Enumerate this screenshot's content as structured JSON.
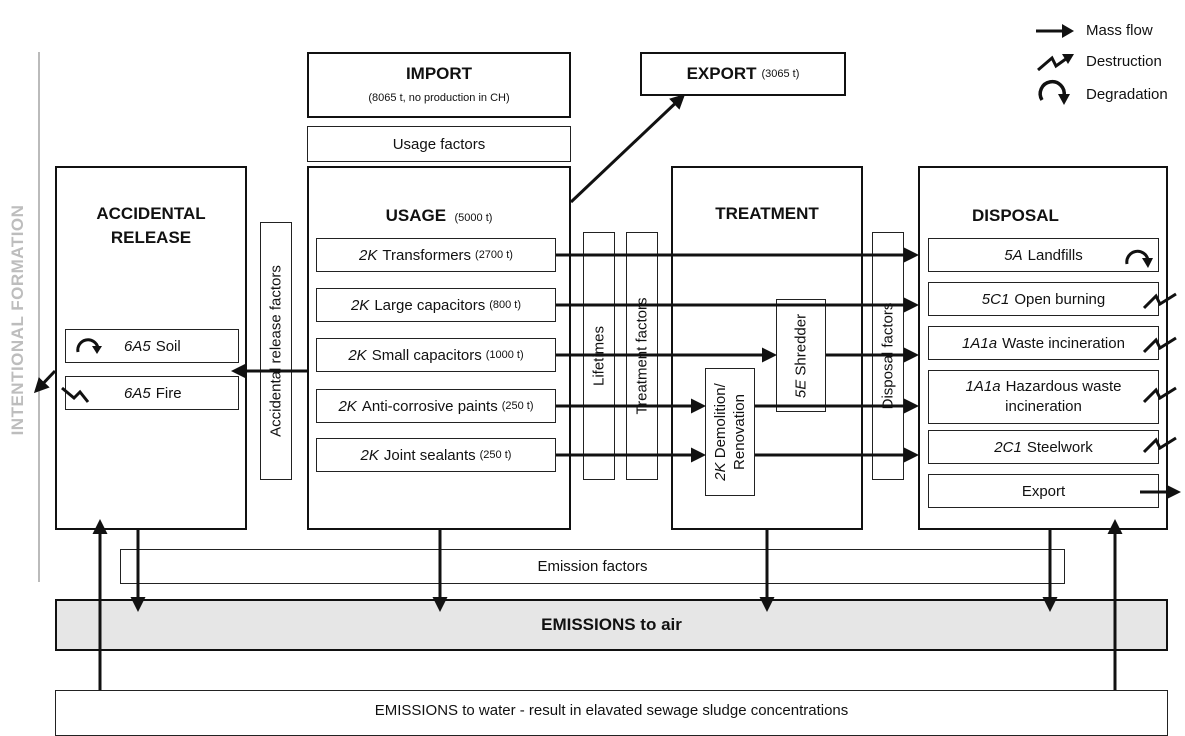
{
  "legend": {
    "mass_flow": "Mass flow",
    "destruction": "Destruction",
    "degradation": "Degradation"
  },
  "side_label": "INTENTIONAL FORMATION",
  "import": {
    "title": "IMPORT",
    "subtitle": "(8065 t, no production in CH)"
  },
  "export": {
    "title": "EXPORT",
    "amount": "(3065 t)"
  },
  "usage_factors": "Usage factors",
  "accidental": {
    "title_line1": "ACCIDENTAL",
    "title_line2": "RELEASE",
    "soil": {
      "code": "6A5",
      "label": "Soil"
    },
    "fire": {
      "code": "6A5",
      "label": "Fire"
    }
  },
  "accidental_release_factors": "Accidental release factors",
  "usage": {
    "title": "USAGE",
    "amount": "(5000 t)",
    "items": [
      {
        "code": "2K",
        "label": "Transformers",
        "amount": "(2700 t)"
      },
      {
        "code": "2K",
        "label": "Large capacitors",
        "amount": "(800 t)"
      },
      {
        "code": "2K",
        "label": "Small capacitors",
        "amount": "(1000 t)"
      },
      {
        "code": "2K",
        "label": "Anti-corrosive paints",
        "amount": "(250 t)"
      },
      {
        "code": "2K",
        "label": "Joint sealants",
        "amount": "(250 t)"
      }
    ]
  },
  "lifetimes": "Lifetimes",
  "treatment_factors": "Treatment factors",
  "treatment": {
    "title": "TREATMENT",
    "demolition": {
      "code": "2K",
      "line1": "Demolition/",
      "line2": "Renovation"
    },
    "shredder": {
      "code": "5E",
      "label": "Shredder"
    }
  },
  "disposal_factors": "Disposal factors",
  "disposal": {
    "title": "DISPOSAL",
    "items": [
      {
        "code": "5A",
        "label": "Landfills"
      },
      {
        "code": "5C1",
        "label": "Open burning"
      },
      {
        "code": "1A1a",
        "label": "Waste incineration"
      },
      {
        "code": "1A1a",
        "label": "Hazardous waste",
        "label2": "incineration"
      },
      {
        "code": "2C1",
        "label": "Steelwork"
      },
      {
        "code": "",
        "label": "Export"
      }
    ]
  },
  "emission_factors": "Emission factors",
  "emissions_air": "EMISSIONS to air",
  "emissions_water": "EMISSIONS to water - result in elavated sewage sludge concentrations"
}
